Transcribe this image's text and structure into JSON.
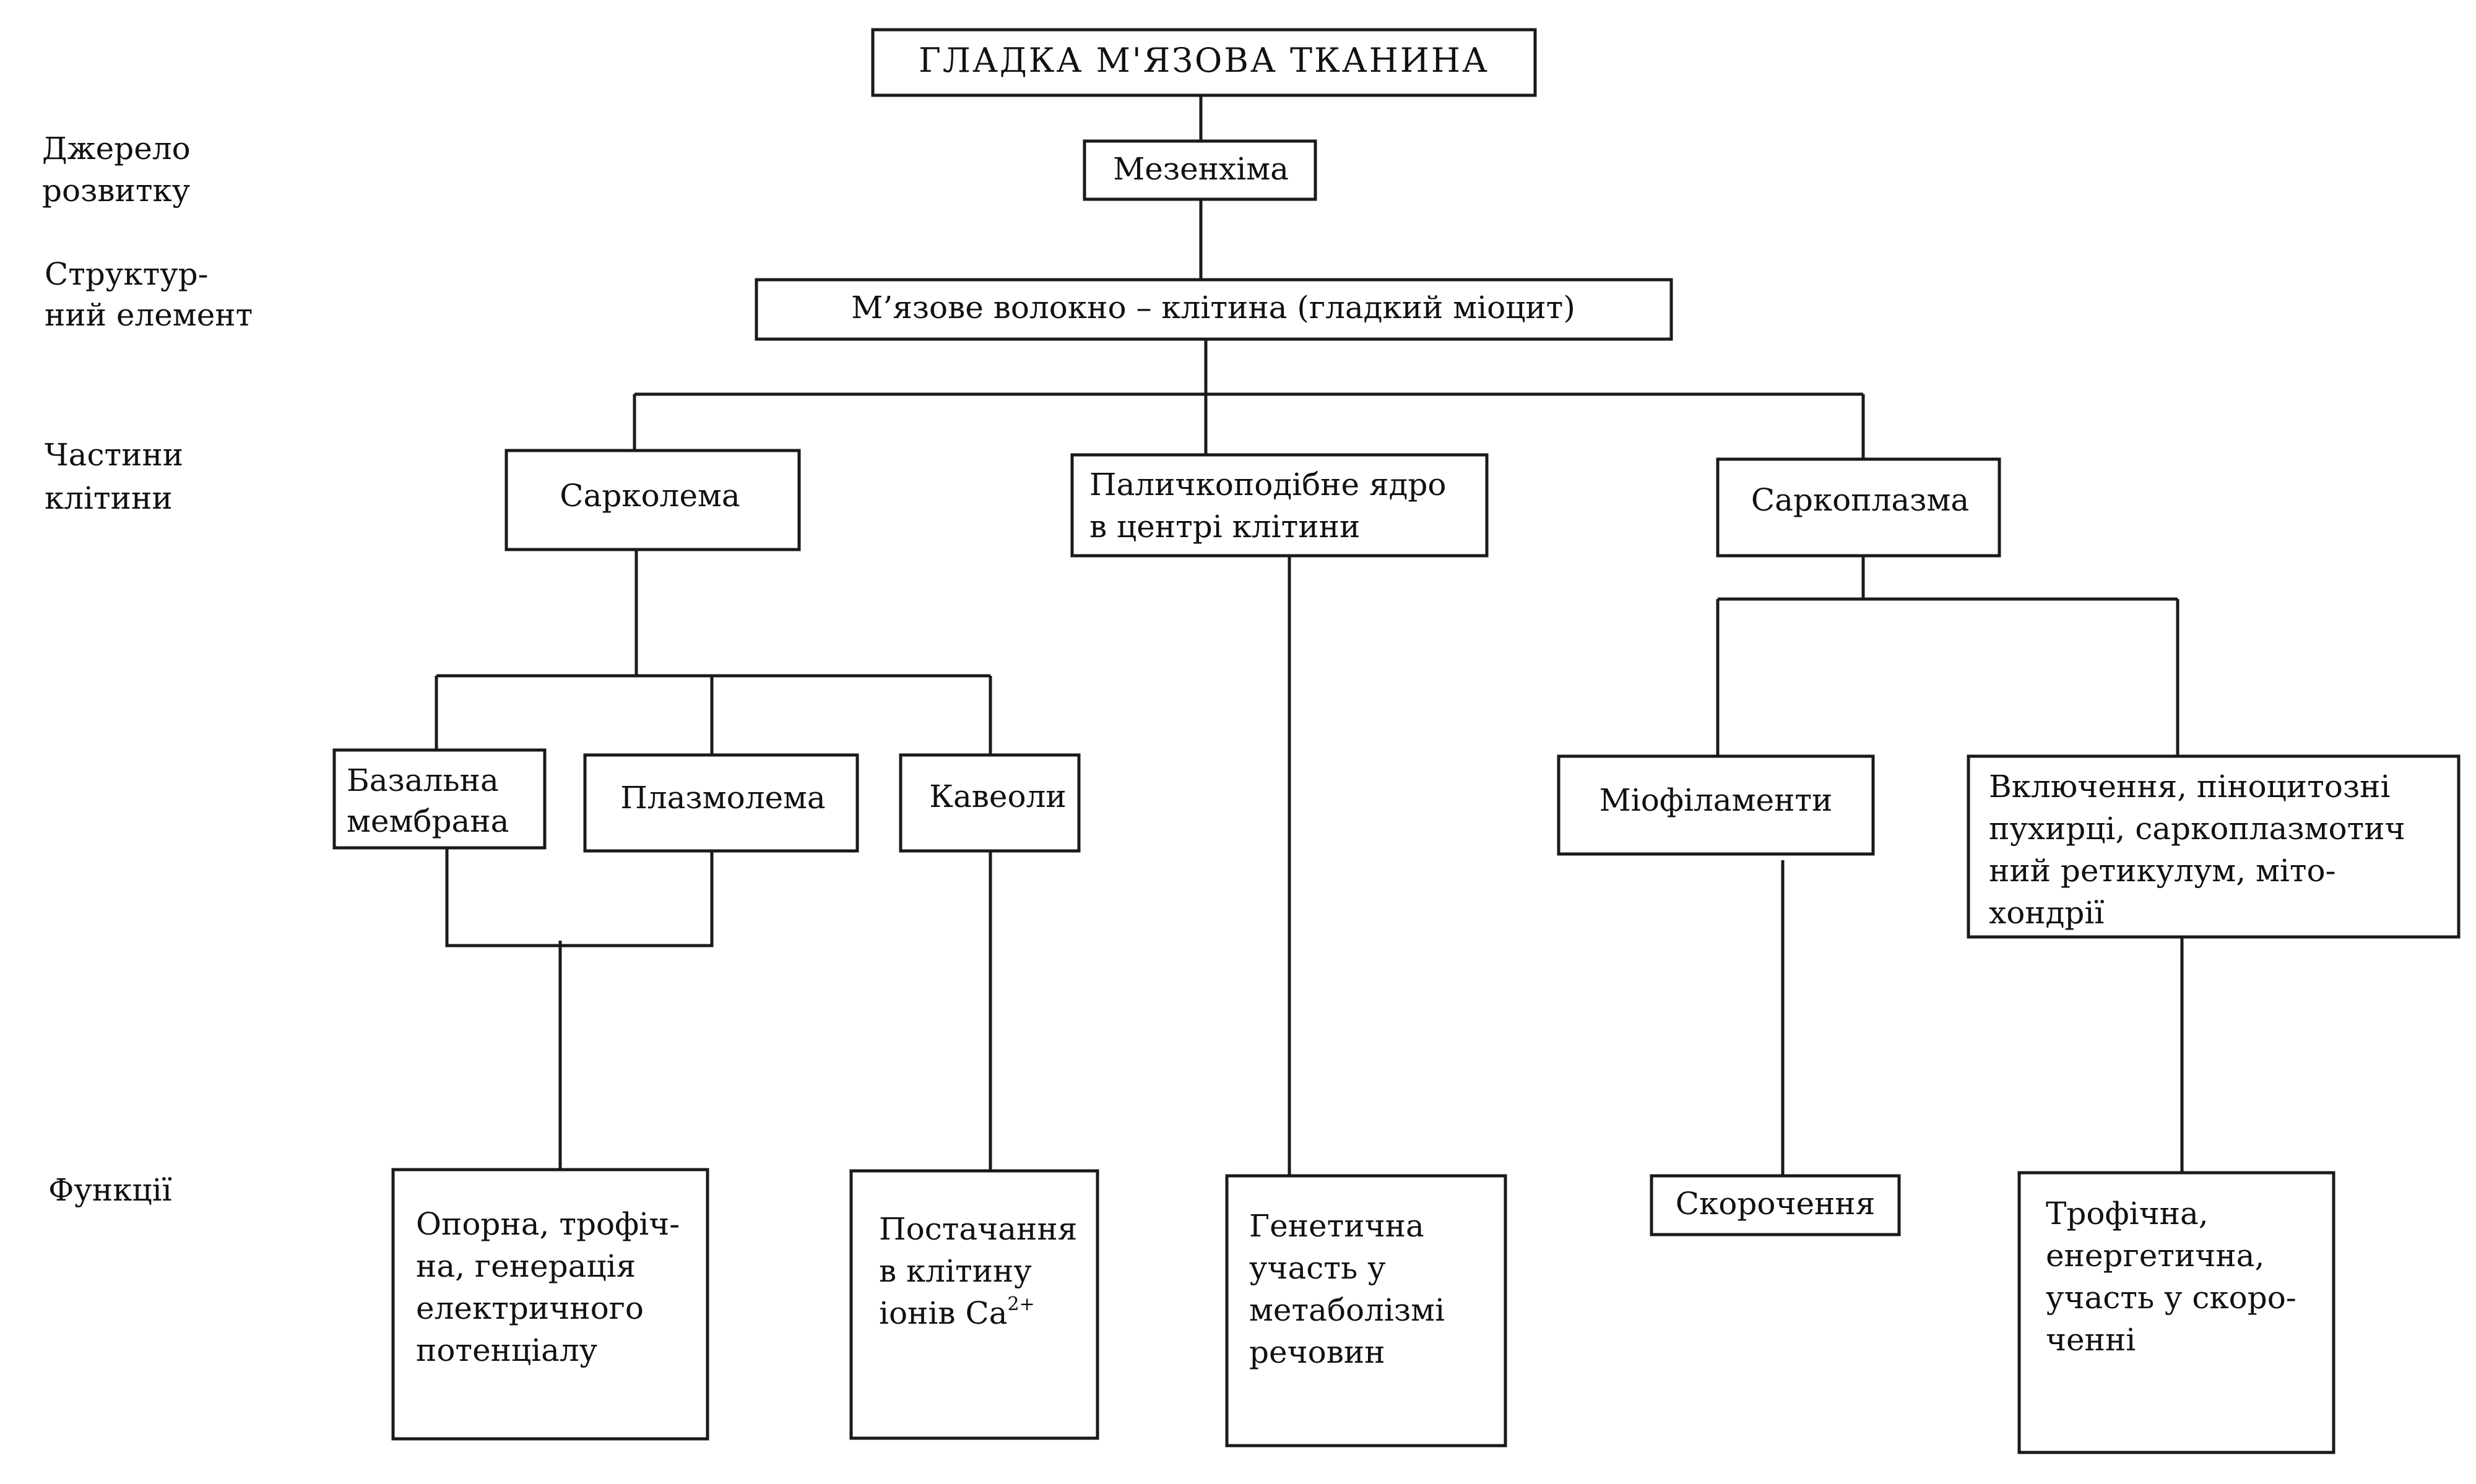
{
  "title": "ГЛАДКА М'ЯЗОВА ТКАНИНА",
  "row_labels": {
    "source": [
      "Джерело",
      "розвитку"
    ],
    "structure": [
      "Структур-",
      "ний елемент"
    ],
    "parts": [
      "Частини",
      "клітини"
    ],
    "functions": [
      "Функції"
    ]
  },
  "nodes": {
    "mesenchyme": "Мезенхіма",
    "fiber": "М’язове волокно – клітина (гладкий міоцит)",
    "sarcolemma": "Сарколема",
    "nucleus": [
      "Паличкоподібне ядро",
      "в центрі клітини"
    ],
    "sarcoplasm": "Саркоплазма",
    "basal_membrane": [
      "Базальна",
      "мембрана"
    ],
    "plasmolemma": "Плазмолема",
    "caveolae": "Кавеоли",
    "myofilaments": "Міофіламенти",
    "inclusions": [
      "Включення, піноцитозні",
      "пухирці, саркоплазмотич",
      "ний ретикулум, міто-",
      "хондрії"
    ]
  },
  "functions": {
    "sarcolemma_function": [
      "Опорна, трофіч-",
      "на, генерація",
      "електричного",
      "потенціалу"
    ],
    "caveolae_function": [
      "Постачання",
      "в клітину",
      "іонів Са"
    ],
    "caveolae_ion_charge": "2+",
    "nucleus_function": [
      "Генетична",
      "участь у",
      "метаболізмі",
      "речовин"
    ],
    "myofilaments_function": "Скорочення",
    "inclusions_function": [
      "Трофічна,",
      "енергетична,",
      "участь у скоро-",
      "ченні"
    ]
  }
}
